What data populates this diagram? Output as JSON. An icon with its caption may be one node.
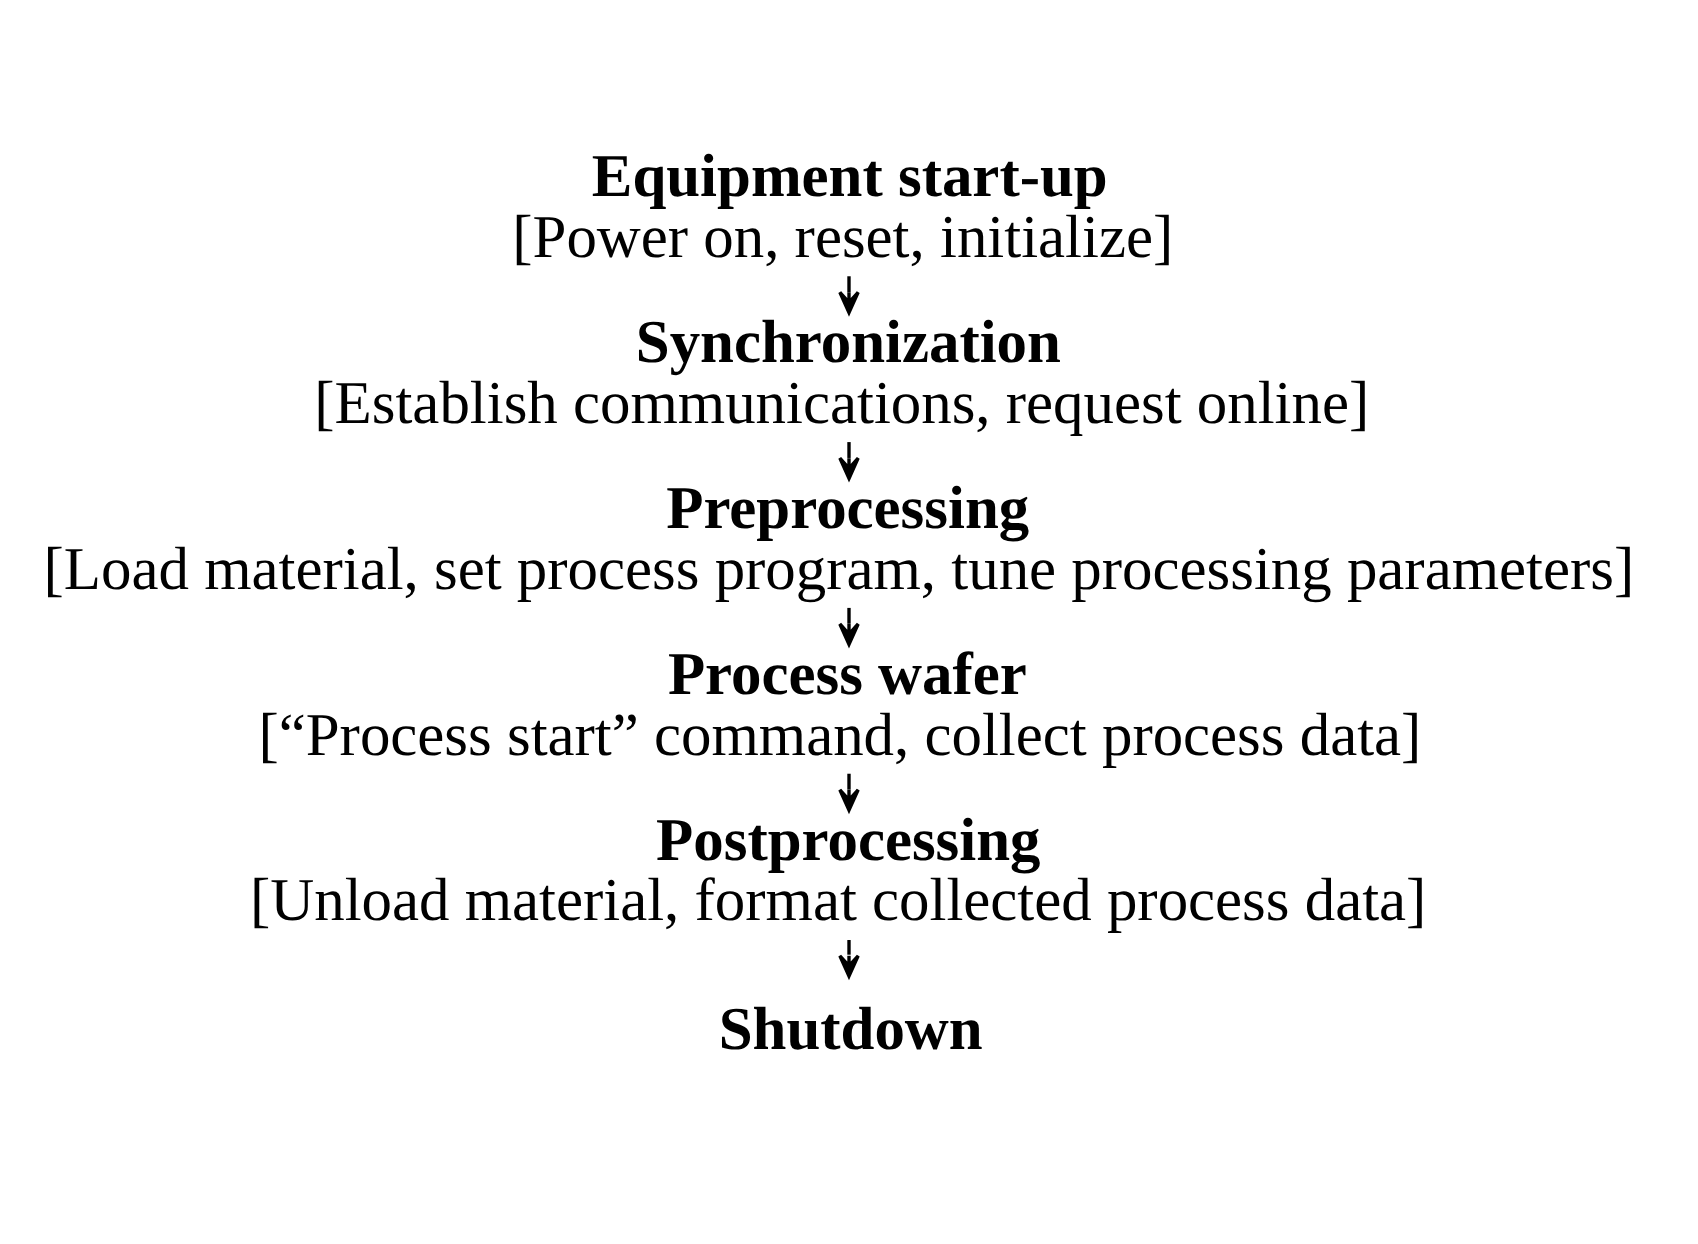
{
  "diagram": {
    "nodes": [
      {
        "text": [
          "Equipment start-up",
          "[Power on, reset, initialize]"
        ]
      },
      {
        "text": [
          "Synchronization",
          "[Establish communications, request online]"
        ]
      },
      {
        "text": [
          "Preprocessing",
          "[Load material, set process program, tune processing parameters]"
        ]
      },
      {
        "text": [
          "Process wafer",
          "[“Process start” command, collect process data]"
        ]
      },
      {
        "text": [
          "Postprocessing",
          "[Unload material, format collected process data]"
        ]
      },
      {
        "text": [
          "Shutdown"
        ]
      }
    ],
    "edges": [
      {
        "from": 0,
        "to": 1,
        "arrow": "to"
      },
      {
        "from": 1,
        "to": 2,
        "arrow": "to"
      },
      {
        "from": 2,
        "to": 3,
        "arrow": "to"
      },
      {
        "from": 3,
        "to": 4,
        "arrow": "to"
      },
      {
        "from": 4,
        "to": 5,
        "arrow": "to"
      }
    ]
  }
}
